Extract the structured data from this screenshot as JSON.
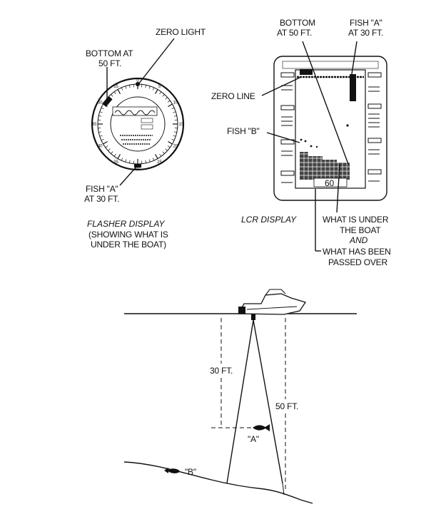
{
  "flasher": {
    "zero_light": "ZERO LIGHT",
    "bottom_line1": "BOTTOM AT",
    "bottom_line2": "50 FT.",
    "fish_a_line1": "FISH \"A\"",
    "fish_a_line2": "AT 30 FT.",
    "caption_line1": "FLASHER DISPLAY",
    "caption_line2": "(SHOWING WHAT IS",
    "caption_line3": "UNDER THE BOAT)",
    "dial_numbers": [
      "0",
      "5",
      "10",
      "15",
      "20",
      "25",
      "30",
      "35",
      "40",
      "45",
      "50",
      "55"
    ]
  },
  "lcr": {
    "bottom_line1": "BOTTOM",
    "bottom_line2": "AT 50 FT.",
    "fish_a_line1": "FISH \"A\"",
    "fish_a_line2": "AT 30 FT.",
    "zero_line": "ZERO LINE",
    "fish_b": "FISH \"B\"",
    "caption": "LCR DISPLAY",
    "under_line1": "WHAT IS UNDER",
    "under_line2": "THE BOAT",
    "and": "AND",
    "passed_line1": "WHAT HAS BEEN",
    "passed_line2": "PASSED OVER",
    "screen_readout": "60"
  },
  "scene": {
    "depth_30": "30 FT.",
    "depth_50": "50 FT.",
    "fish_a": "\"A\"",
    "fish_b": "\"B\""
  }
}
